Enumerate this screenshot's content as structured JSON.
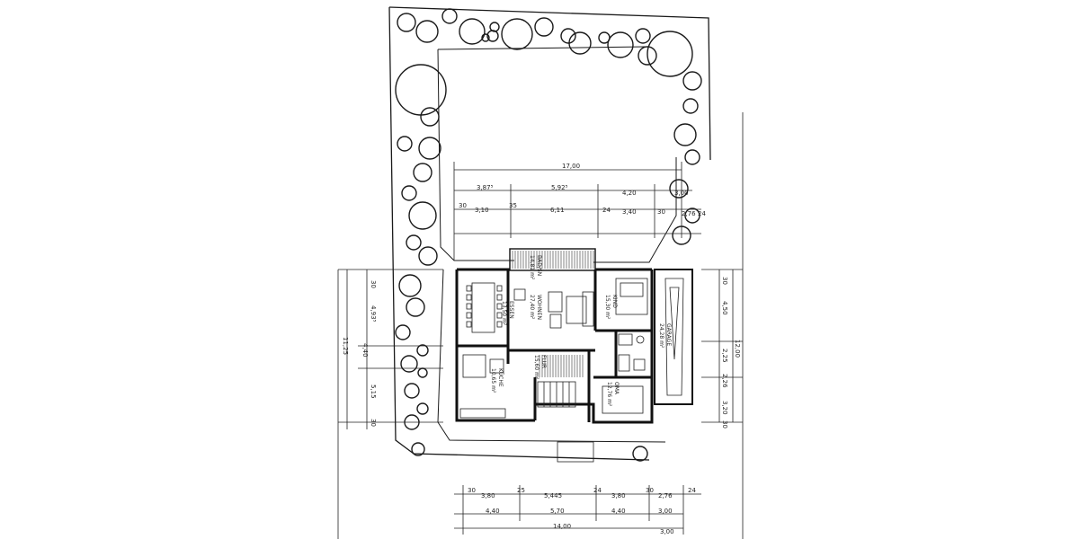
{
  "rooms": {
    "bad": "BAD/SN",
    "bad_area": "14,81 m²",
    "wohnen": "WOHNEN",
    "wohnen_area": "27,40 m²",
    "essen": "ESSEN",
    "essen_area": "13,50 m²",
    "kind": "KIND",
    "kind_area": "15,30 m²",
    "kuche": "KÜCHE",
    "kuche_area": "10,65 m²",
    "flur": "FLUR",
    "flur_area": "15,60 m²",
    "oma": "OMA",
    "oma_area": "12,76 m²",
    "garage": "GARAGE",
    "garage_area": "24,28 m²"
  },
  "dims_top": {
    "total": "17,00",
    "row2": [
      "3,87⁵",
      "5,92⁵",
      "4,20",
      "3,00"
    ],
    "row3": [
      "30",
      "3,10",
      "35",
      "6,11",
      "24",
      "3,40",
      "30",
      "2,76",
      "24"
    ]
  },
  "dims_bottom": {
    "row1": [
      "30",
      "3,80",
      "25",
      "5,445",
      "24",
      "3,80",
      "30",
      "2,76",
      "24"
    ],
    "row2": [
      "4,40",
      "5,70",
      "4,40",
      "3,00"
    ],
    "total": "14,00",
    "extra": "3,00"
  },
  "dims_left": [
    "30",
    "4,93⁵",
    "11,25",
    "4,40",
    "5,15",
    "30"
  ],
  "dims_right": [
    "30",
    "4,50",
    "12,00",
    "2,25",
    "2,26",
    "3,20",
    "30"
  ]
}
